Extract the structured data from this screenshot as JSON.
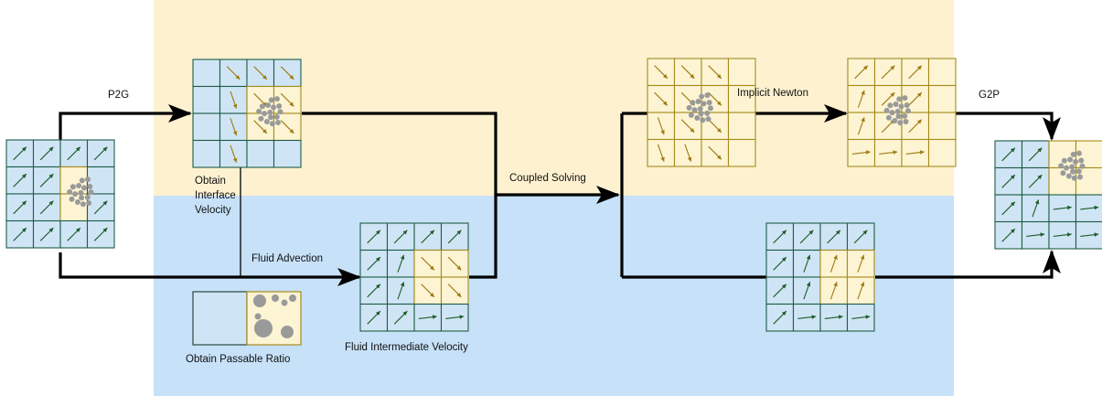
{
  "labels": {
    "p2g": "P2G",
    "obtain_interface_line1": "Obtain",
    "obtain_interface_line2": "Interface",
    "obtain_interface_line3": "Velocity",
    "fluid_advection": "Fluid Advection",
    "obtain_passable_ratio": "Obtain Passable Ratio",
    "fluid_intermediate_velocity": "Fluid Intermediate Velocity",
    "coupled_solving": "Coupled Solving",
    "implicit_newton": "Implicit Newton",
    "g2p": "G2P"
  },
  "colors": {
    "solid_region": "#fdf1d0",
    "fluid_region": "#c7e1f8",
    "fluid_cell": "#cfe5f5",
    "solid_cell": "#fcf4d3",
    "fluid_grid_line": "#1f5c47",
    "solid_grid_line": "#a58a1c",
    "fluid_arrow": "#1f5c2a",
    "solid_arrow": "#a07a10",
    "particle": "#9a9a9a",
    "flow_line": "#000000"
  }
}
